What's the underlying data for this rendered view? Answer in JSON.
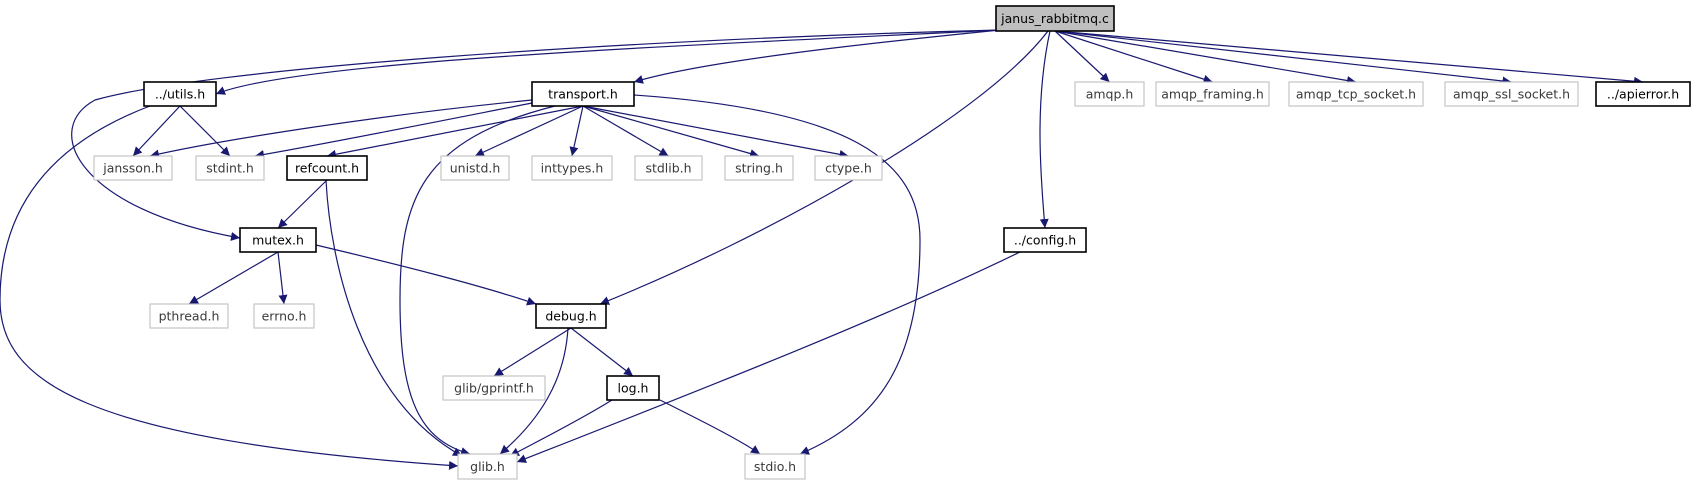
{
  "colors": {
    "edge": "#191970",
    "root_fill": "#bfbfbf",
    "documented_border": "#000000",
    "undocumented_border": "#bfbfbf"
  },
  "nodes": [
    {
      "id": "janus_rabbitmq",
      "label": "janus_rabbitmq.c",
      "kind": "root"
    },
    {
      "id": "utils",
      "label": "../utils.h",
      "kind": "documented"
    },
    {
      "id": "transport",
      "label": "transport.h",
      "kind": "documented"
    },
    {
      "id": "amqp",
      "label": "amqp.h",
      "kind": "undocumented"
    },
    {
      "id": "amqp_framing",
      "label": "amqp_framing.h",
      "kind": "undocumented"
    },
    {
      "id": "amqp_tcp_socket",
      "label": "amqp_tcp_socket.h",
      "kind": "undocumented"
    },
    {
      "id": "amqp_ssl_socket",
      "label": "amqp_ssl_socket.h",
      "kind": "undocumented"
    },
    {
      "id": "apierror",
      "label": "../apierror.h",
      "kind": "documented"
    },
    {
      "id": "jansson",
      "label": "jansson.h",
      "kind": "undocumented"
    },
    {
      "id": "stdint",
      "label": "stdint.h",
      "kind": "undocumented"
    },
    {
      "id": "refcount",
      "label": "refcount.h",
      "kind": "documented"
    },
    {
      "id": "unistd",
      "label": "unistd.h",
      "kind": "undocumented"
    },
    {
      "id": "inttypes",
      "label": "inttypes.h",
      "kind": "undocumented"
    },
    {
      "id": "stdlib",
      "label": "stdlib.h",
      "kind": "undocumented"
    },
    {
      "id": "string",
      "label": "string.h",
      "kind": "undocumented"
    },
    {
      "id": "ctype",
      "label": "ctype.h",
      "kind": "undocumented"
    },
    {
      "id": "mutex",
      "label": "mutex.h",
      "kind": "documented"
    },
    {
      "id": "config",
      "label": "../config.h",
      "kind": "documented"
    },
    {
      "id": "pthread",
      "label": "pthread.h",
      "kind": "undocumented"
    },
    {
      "id": "errno",
      "label": "errno.h",
      "kind": "undocumented"
    },
    {
      "id": "debug",
      "label": "debug.h",
      "kind": "documented"
    },
    {
      "id": "gprintf",
      "label": "glib/gprintf.h",
      "kind": "undocumented"
    },
    {
      "id": "log",
      "label": "log.h",
      "kind": "documented"
    },
    {
      "id": "glib",
      "label": "glib.h",
      "kind": "undocumented"
    },
    {
      "id": "stdio",
      "label": "stdio.h",
      "kind": "undocumented"
    }
  ],
  "edges": [
    [
      "janus_rabbitmq",
      "utils"
    ],
    [
      "janus_rabbitmq",
      "transport"
    ],
    [
      "janus_rabbitmq",
      "mutex"
    ],
    [
      "janus_rabbitmq",
      "debug"
    ],
    [
      "janus_rabbitmq",
      "config"
    ],
    [
      "janus_rabbitmq",
      "amqp"
    ],
    [
      "janus_rabbitmq",
      "amqp_framing"
    ],
    [
      "janus_rabbitmq",
      "amqp_tcp_socket"
    ],
    [
      "janus_rabbitmq",
      "amqp_ssl_socket"
    ],
    [
      "janus_rabbitmq",
      "apierror"
    ],
    [
      "utils",
      "jansson"
    ],
    [
      "utils",
      "stdint"
    ],
    [
      "utils",
      "glib"
    ],
    [
      "transport",
      "jansson"
    ],
    [
      "transport",
      "stdint"
    ],
    [
      "transport",
      "refcount"
    ],
    [
      "transport",
      "unistd"
    ],
    [
      "transport",
      "inttypes"
    ],
    [
      "transport",
      "stdlib"
    ],
    [
      "transport",
      "string"
    ],
    [
      "transport",
      "ctype"
    ],
    [
      "transport",
      "glib"
    ],
    [
      "transport",
      "stdio"
    ],
    [
      "refcount",
      "mutex"
    ],
    [
      "refcount",
      "glib"
    ],
    [
      "mutex",
      "pthread"
    ],
    [
      "mutex",
      "errno"
    ],
    [
      "mutex",
      "debug"
    ],
    [
      "config",
      "glib"
    ],
    [
      "debug",
      "gprintf"
    ],
    [
      "debug",
      "log"
    ],
    [
      "debug",
      "glib"
    ],
    [
      "log",
      "glib"
    ],
    [
      "log",
      "stdio"
    ]
  ]
}
